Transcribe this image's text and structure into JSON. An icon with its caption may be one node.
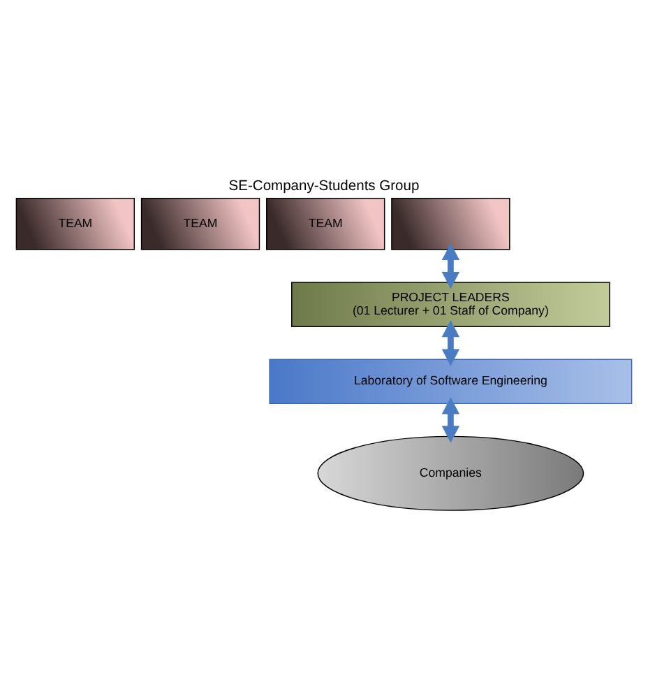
{
  "diagram": {
    "title": "SE-Company-Students Group",
    "nodes": [
      {
        "text": [
          "TEAM"
        ]
      },
      {
        "text": [
          "TEAM"
        ]
      },
      {
        "text": [
          "TEAM"
        ]
      },
      {
        "text": [],
        "shape": "box"
      },
      {
        "text": [
          "PROJECT LEADERS",
          "(01 Lecturer + 01 Staff of Company)"
        ]
      },
      {
        "text": [
          "Laboratory of Software Engineering"
        ]
      },
      {
        "text": [
          "Companies"
        ]
      }
    ],
    "edges": [
      {
        "from": 3,
        "to": 4,
        "arrow": "both"
      },
      {
        "from": 4,
        "to": 5,
        "arrow": "both"
      },
      {
        "from": 5,
        "to": 6,
        "arrow": "both"
      }
    ]
  }
}
